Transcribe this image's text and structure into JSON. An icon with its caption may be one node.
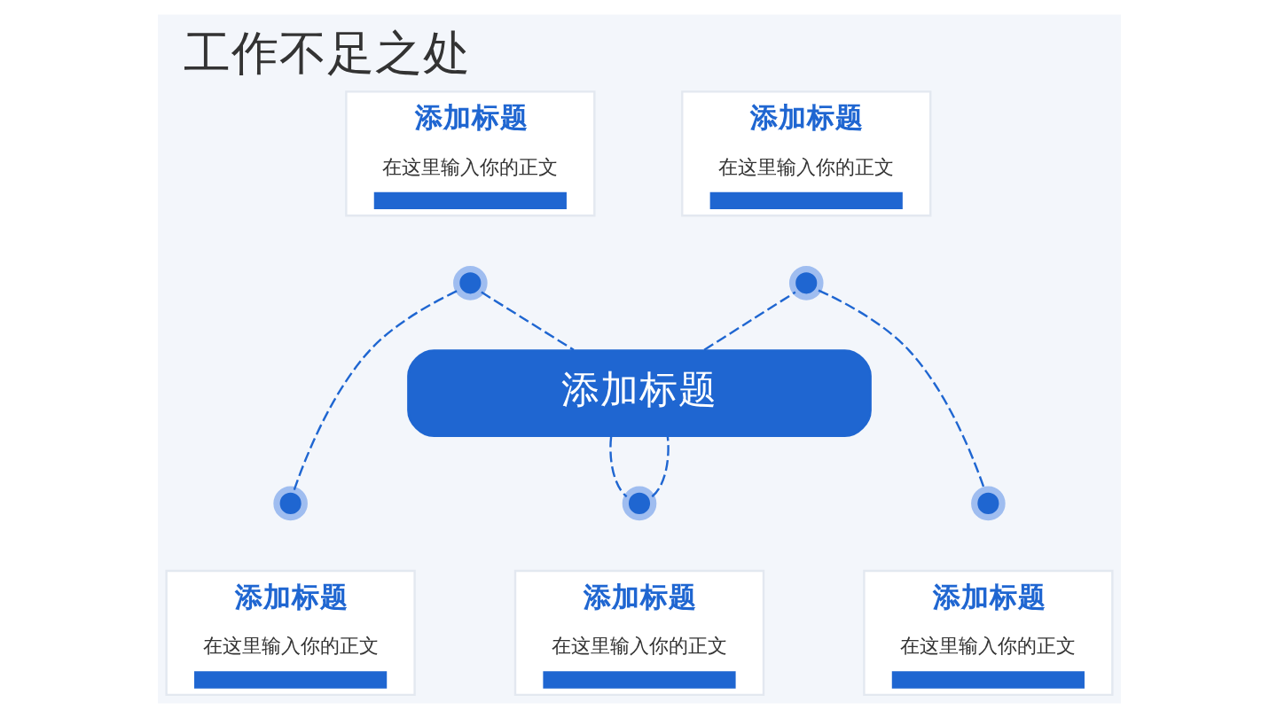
{
  "diagram": {
    "title": "工作不足之处",
    "nodes": [
      {
        "text": [
          "添加标题",
          "在这里输入你的正文"
        ]
      },
      {
        "text": [
          "添加标题",
          "在这里输入你的正文"
        ]
      },
      {
        "text": [],
        "shape": "circle"
      },
      {
        "text": [],
        "shape": "circle"
      },
      {
        "text": [
          "添加标题"
        ]
      },
      {
        "text": [],
        "shape": "circle"
      },
      {
        "text": [],
        "shape": "circle"
      },
      {
        "text": [],
        "shape": "circle"
      },
      {
        "text": [
          "添加标题",
          "在这里输入你的正文"
        ]
      },
      {
        "text": [
          "添加标题",
          "在这里输入你的正文"
        ]
      },
      {
        "text": [
          "添加标题",
          "在这里输入你的正文"
        ]
      }
    ],
    "edges": [
      {
        "from": 5,
        "to": 2,
        "arrow": "none",
        "style": "dashed"
      },
      {
        "from": 2,
        "to": 4,
        "arrow": "none",
        "style": "dashed"
      },
      {
        "from": 4,
        "to": 6,
        "arrow": "none",
        "style": "dashed"
      },
      {
        "from": 6,
        "to": 4,
        "arrow": "none",
        "style": "dashed"
      },
      {
        "from": 4,
        "to": 3,
        "arrow": "none",
        "style": "dashed"
      },
      {
        "from": 3,
        "to": 7,
        "arrow": "none",
        "style": "dashed"
      }
    ]
  }
}
